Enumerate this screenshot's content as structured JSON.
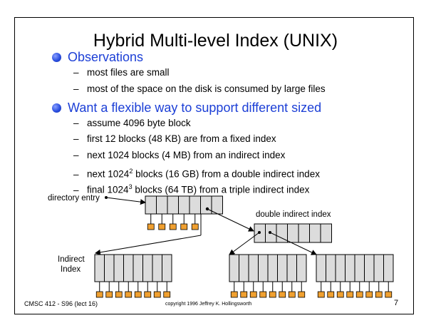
{
  "slide": {
    "title": "Hybrid Multi-level Index (UNIX)",
    "bullets": [
      {
        "text": "Observations",
        "subs": [
          "most files are small",
          "most of the space on the disk is consumed by large files"
        ]
      },
      {
        "text": "Want a flexible way to support different sized",
        "subs": [
          "assume 4096 byte block",
          "first 12 blocks (48 KB) are from a fixed index",
          "next 1024  blocks (4 MB) from an indirect index",
          "next  1024",
          "final 1024"
        ]
      }
    ],
    "sub_extra": {
      "double_sup": "2",
      "double_rest": " blocks (16 GB) from a double indirect index",
      "triple_sup": "3",
      "triple_rest": " blocks (64 TB) from a triple indirect index"
    },
    "dash": "–"
  },
  "diagram": {
    "directory_entry_label": "directory entry",
    "double_indirect_label": "double indirect index",
    "indirect_label_line1": "Indirect",
    "indirect_label_line2": "Index"
  },
  "footer": {
    "course": "CMSC 412 - S96 (lect 16)",
    "copyright": "copyright 1996 Jeffrey K. Hollingsworth",
    "page": "7"
  },
  "colors": {
    "bullet_text": "#1c3fd6",
    "block_fill": "#dcdcdc",
    "data_block_fill": "#f0a030"
  }
}
